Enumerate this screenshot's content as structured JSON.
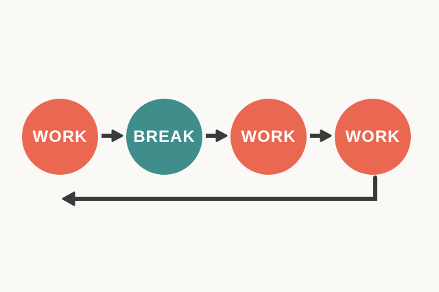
{
  "colors": {
    "background": "#FBF9F6",
    "work_node": "#EA6852",
    "break_node": "#3F8E8B",
    "arrow": "#3A3A3A",
    "label_text": "#FFFFFF"
  },
  "diagram": {
    "type": "flow-cycle",
    "nodes": [
      {
        "label": "WORK",
        "kind": "work",
        "color": "#EA6852"
      },
      {
        "label": "BREAK",
        "kind": "break",
        "color": "#3F8E8B"
      },
      {
        "label": "WORK",
        "kind": "work",
        "color": "#EA6852"
      },
      {
        "label": "WORK",
        "kind": "work",
        "color": "#EA6852"
      }
    ],
    "connectors": [
      {
        "from": 0,
        "to": 1,
        "direction": "right"
      },
      {
        "from": 1,
        "to": 2,
        "direction": "right"
      },
      {
        "from": 2,
        "to": 3,
        "direction": "right"
      },
      {
        "from": 3,
        "to": 0,
        "direction": "loop-back-left"
      }
    ]
  }
}
